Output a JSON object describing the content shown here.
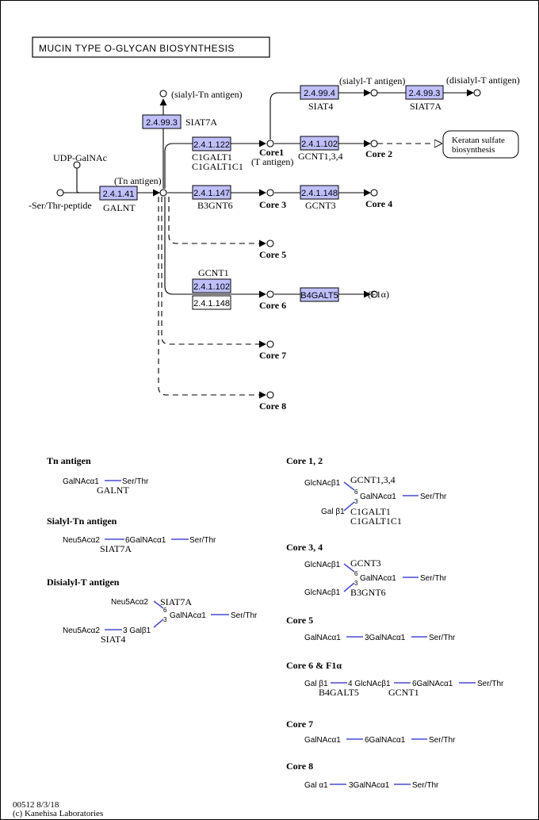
{
  "title": "MUCIN TYPE O-GLYCAN BIOSYNTHESIS",
  "colors": {
    "enzyme_fill": "#bfbfff",
    "glyco_bond": "#4a4acf",
    "line": "#000000"
  },
  "nodes": {
    "udp_galnac": "UDP-GalNAc",
    "ser_thr_peptide": "-Ser/Thr-peptide",
    "tn_antigen": "(Tn antigen)",
    "sialyl_tn": "(sialyl-Tn antigen)",
    "core1": "Core1",
    "t_antigen": "(T antigen)",
    "sialyl_t": "(sialyl-T antigen)",
    "disialyl_t": "(disialyl-T antigen)",
    "core2": "Core 2",
    "core3": "Core 3",
    "core4": "Core 4",
    "core5": "Core 5",
    "core6": "Core 6",
    "core7": "Core 7",
    "core8": "Core 8",
    "f1a": "(F1α)",
    "keratan_1": "Keratan sulfate",
    "keratan_2": "biosynthesis"
  },
  "enzymes": {
    "e_galnt": "2.4.1.41",
    "e_siat7a_tn": "2.4.99.3",
    "e_core1": "2.4.1.122",
    "e_core3": "2.4.1.147",
    "e_core6a": "2.4.1.102",
    "e_core6b": "2.4.1.148",
    "e_siat4": "2.4.99.4",
    "e_siat7a_t": "2.4.99.3",
    "e_core2": "2.4.1.102",
    "e_core4": "2.4.1.148",
    "e_b4galt5": "B4GALT5"
  },
  "gene_labels": {
    "galnt": "GALNT",
    "siat7a_tn": "SIAT7A",
    "c1galt1": "C1GALT1",
    "c1galt1c1": "C1GALT1C1",
    "b3gnt6": "B3GNT6",
    "gcnt1": "GCNT1",
    "siat4": "SIAT4",
    "siat7a_t": "SIAT7A",
    "gcnt134": "GCNT1,3,4",
    "gcnt3": "GCNT3"
  },
  "legend": {
    "tn": {
      "heading": "Tn antigen",
      "galnac": "GalNAcα1",
      "ser": "Ser/Thr",
      "gene": "GALNT"
    },
    "stn": {
      "heading": "Sialyl-Tn antigen",
      "neu": "Neu5Acα2",
      "galnac": "6GalNAcα1",
      "ser": "Ser/Thr",
      "gene": "SIAT7A"
    },
    "dst": {
      "heading": "Disialyl-T antigen",
      "neu1": "Neu5Acα2",
      "gene1": "SIAT7A",
      "six": "6",
      "galnac": "GalNAcα1",
      "ser": "Ser/Thr",
      "three": "3",
      "neu2": "Neu5Acα2",
      "gal": "3 Galβ1",
      "gene2": "SIAT4"
    },
    "c12": {
      "heading": "Core 1, 2",
      "glc": "GlcNAcβ1",
      "gene1": "GCNT1,3,4",
      "six": "6",
      "galnac": "GalNAcα1",
      "ser": "Ser/Thr",
      "three": "3",
      "gal": "Gal β1",
      "gene2": "C1GALT1",
      "gene3": "C1GALT1C1"
    },
    "c34": {
      "heading": "Core 3, 4",
      "glc1": "GlcNAcβ1",
      "gene1": "GCNT3",
      "six": "6",
      "galnac": "GalNAcα1",
      "ser": "Ser/Thr",
      "three": "3",
      "glc2": "GlcNAcβ1",
      "gene2": "B3GNT6"
    },
    "c5": {
      "heading": "Core 5",
      "galnac1": "GalNAcα1",
      "galnac2": "3GalNAcα1",
      "ser": "Ser/Thr"
    },
    "c6": {
      "heading": "Core 6 & F1α",
      "gal": "Gal β1",
      "glc": "4 GlcNAcβ1",
      "galnac": "6GalNAcα1",
      "ser": "Ser/Thr",
      "gene1": "B4GALT5",
      "gene2": "GCNT1"
    },
    "c7": {
      "heading": "Core 7",
      "galnac1": "GalNAcα1",
      "galnac2": "6GalNAcα1",
      "ser": "Ser/Thr"
    },
    "c8": {
      "heading": "Core 8",
      "gal": "Gal α1",
      "galnac": "3GalNAcα1",
      "ser": "Ser/Thr"
    }
  },
  "footer": {
    "map_id": "00512 8/3/18",
    "copyright": "(c) Kanehisa Laboratories"
  }
}
